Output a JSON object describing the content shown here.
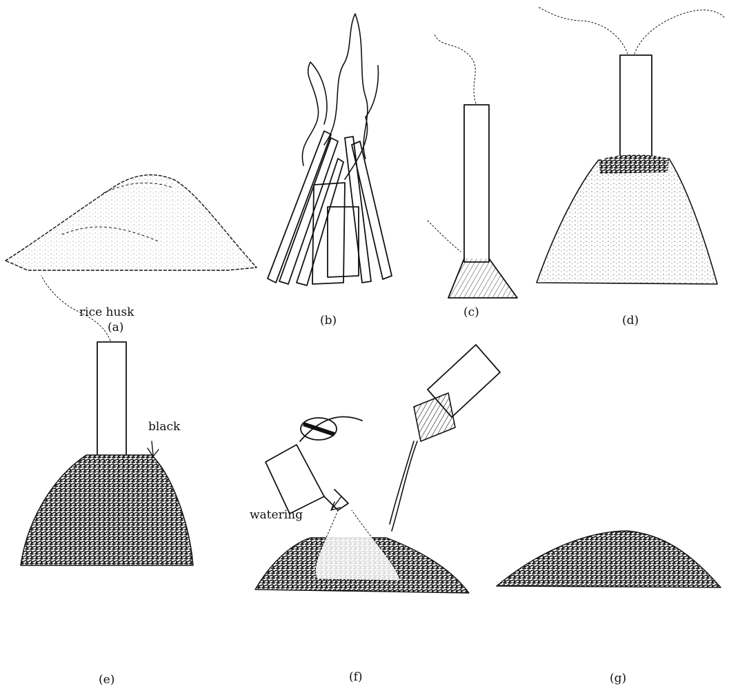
{
  "panels": [
    {
      "id": "a",
      "caption": "(a)",
      "label": "rice husk"
    },
    {
      "id": "b",
      "caption": "(b)"
    },
    {
      "id": "c",
      "caption": "(c)"
    },
    {
      "id": "d",
      "caption": "(d)"
    },
    {
      "id": "e",
      "caption": "(e)",
      "label": "black"
    },
    {
      "id": "f",
      "caption": "(f)",
      "label": "watering"
    },
    {
      "id": "g",
      "caption": "(g)"
    }
  ],
  "colors": {
    "ink": "#111111",
    "paper": "#ffffff"
  }
}
